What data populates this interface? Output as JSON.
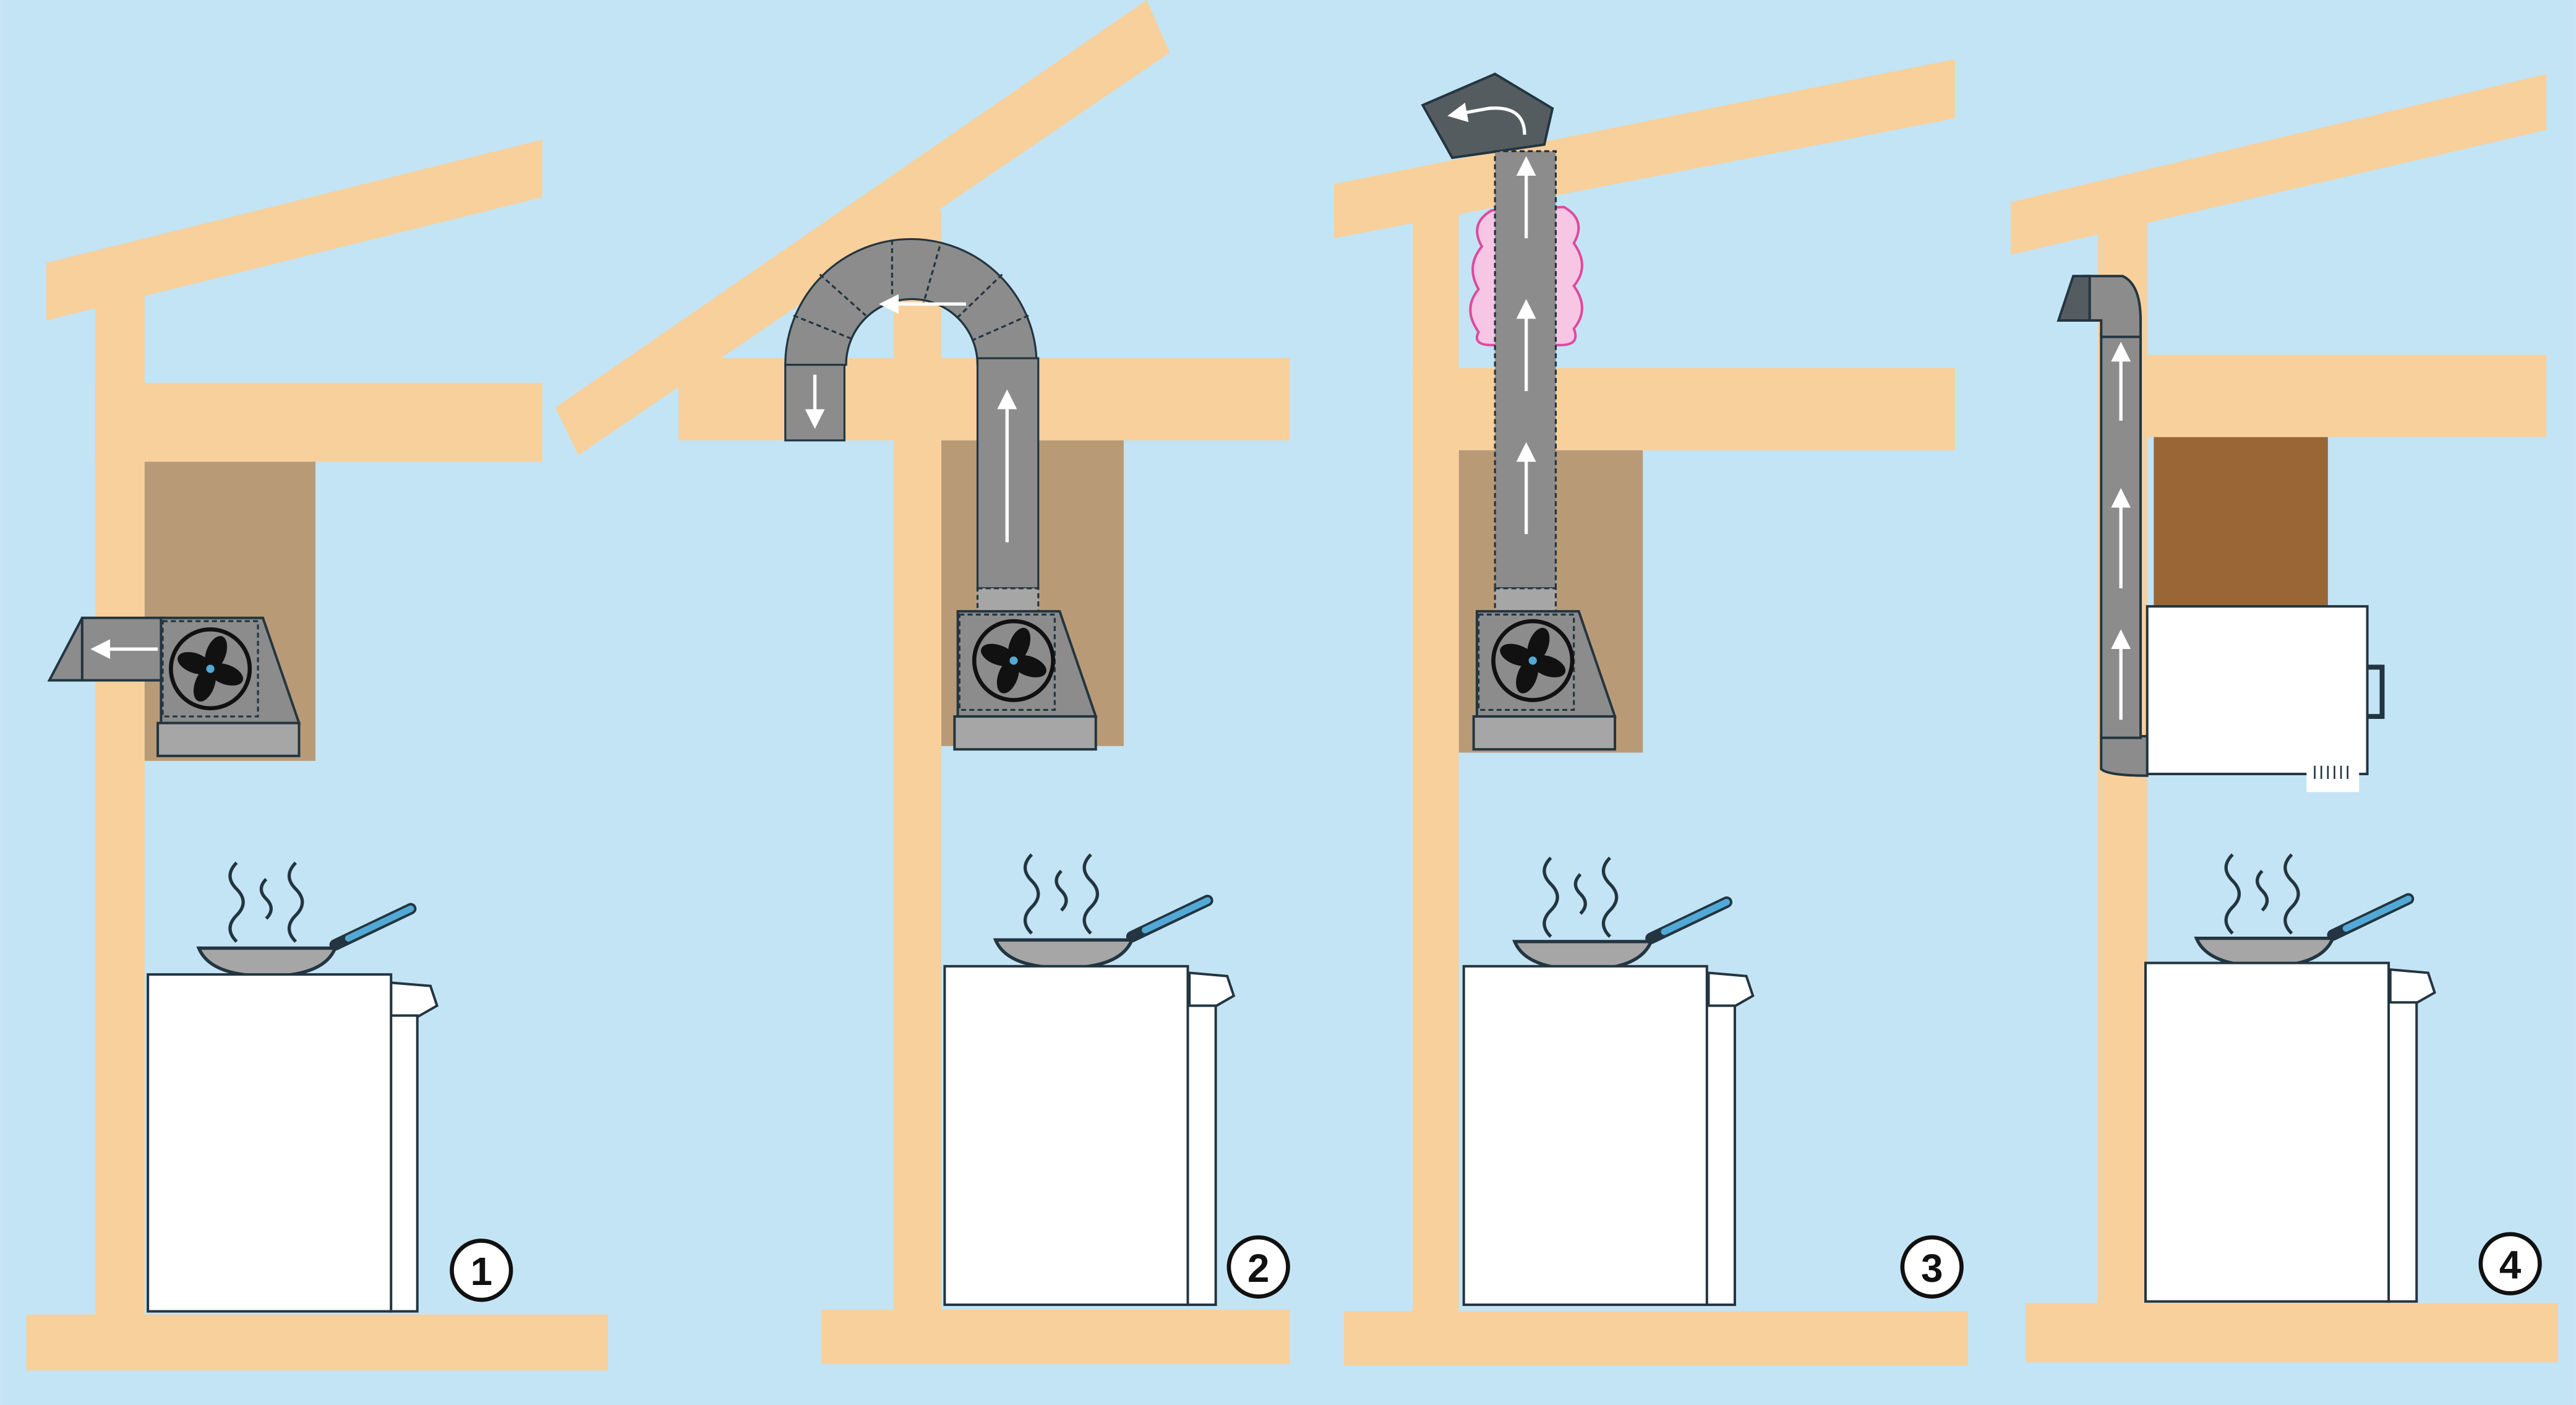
{
  "colors": {
    "sky": "#c3e4f4",
    "wood": "#f8d09b",
    "cabinet": "#b89b76",
    "cabinet_dark": "#9a6636",
    "metal": "#8c8c8c",
    "metal_light": "#a6a6a6",
    "outline": "#233540",
    "appliance": "#ffffff",
    "insulation": "#f6c6e4",
    "insulation_edge": "#e0499c",
    "handle": "#52a9d6"
  },
  "icons": {
    "fan": "fan-icon",
    "steam": "steam-icon",
    "pan": "frying-pan-icon",
    "flow_arrow": "arrow-icon"
  },
  "panels": [
    {
      "id": "1",
      "label": "1",
      "variant": "wall-vent"
    },
    {
      "id": "2",
      "label": "2",
      "variant": "flex-duct-over-rafter"
    },
    {
      "id": "3",
      "label": "3",
      "variant": "roof-stack-insulated"
    },
    {
      "id": "4",
      "label": "4",
      "variant": "microwave-wall-riser"
    }
  ]
}
